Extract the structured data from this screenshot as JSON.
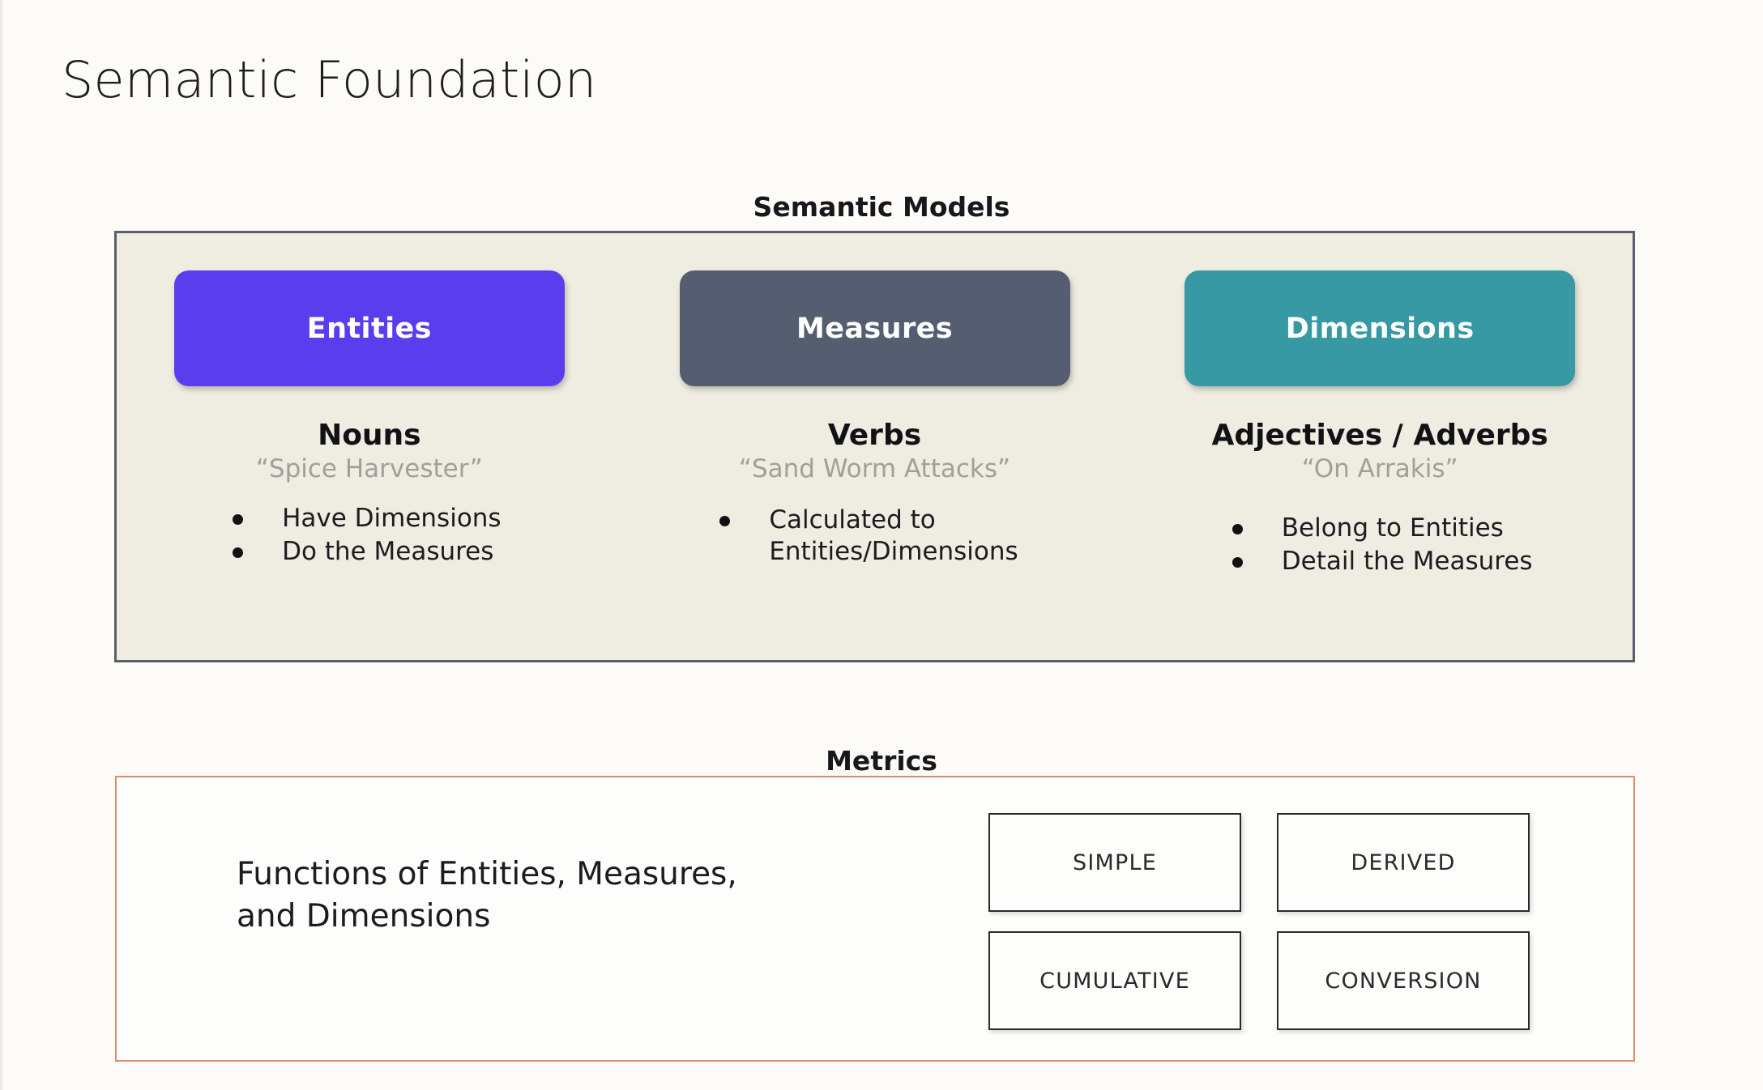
{
  "page": {
    "title": "Semantic Foundation",
    "background_color": "#fcfbf8"
  },
  "semantic_models": {
    "heading": "Semantic Models",
    "panel_bg": "#efece1",
    "panel_border": "#585e6c",
    "columns": [
      {
        "pill_label": "Entities",
        "pill_color": "#5a3eee",
        "part_of_speech": "Nouns",
        "example": "“Spice Harvester”",
        "bullets": [
          "Have Dimensions",
          "Do the Measures"
        ]
      },
      {
        "pill_label": "Measures",
        "pill_color": "#555e70",
        "part_of_speech": "Verbs",
        "example": "“Sand Worm Attacks”",
        "bullets": [
          "Calculated to\nEntities/Dimensions"
        ]
      },
      {
        "pill_label": "Dimensions",
        "pill_color": "#3699a3",
        "part_of_speech": "Adjectives / Adverbs",
        "example": "“On Arrakis”",
        "bullets": [
          "Belong to Entities",
          "Detail the Measures"
        ]
      }
    ]
  },
  "metrics": {
    "heading": "Metrics",
    "panel_border": "#e08a6e",
    "description": "Functions of Entities, Measures,\nand Dimensions",
    "types": [
      "SIMPLE",
      "DERIVED",
      "CUMULATIVE",
      "CONVERSION"
    ]
  }
}
